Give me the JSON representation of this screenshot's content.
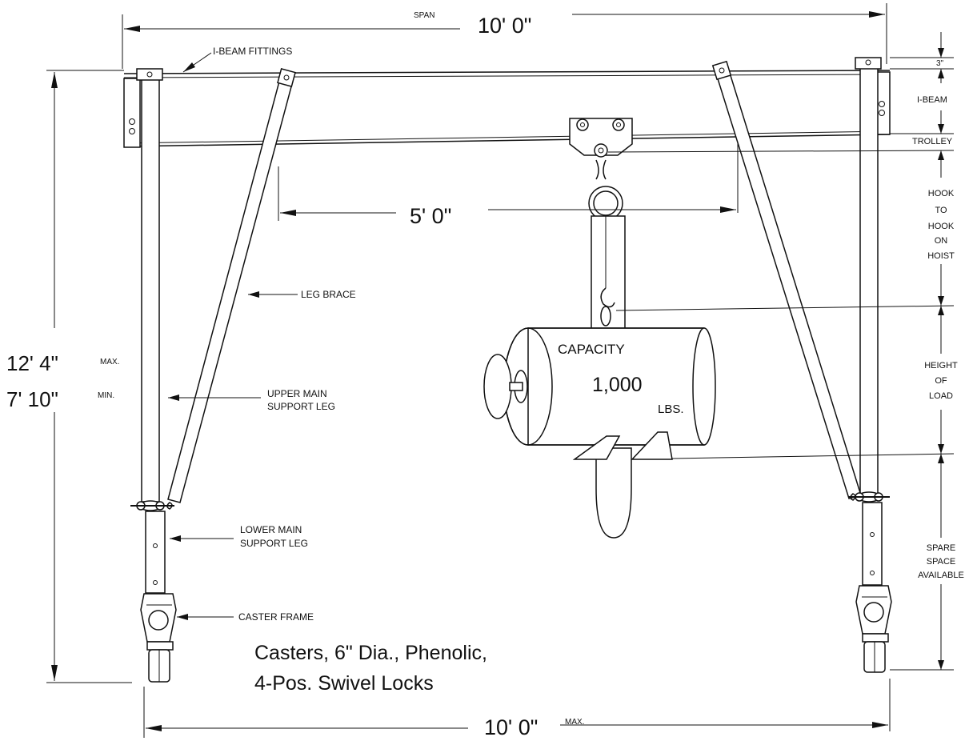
{
  "dimensions": {
    "span_label": "SPAN",
    "span_value": "10' 0\"",
    "inner_span_value": "5' 0\"",
    "base_width_value": "10' 0\"",
    "base_width_suffix": "MAX.",
    "height_max_value": "12' 4\"",
    "height_max_suffix": "MAX.",
    "height_min_value": "7' 10\"",
    "height_min_suffix": "MIN.",
    "beam_offset": "3\""
  },
  "part_labels": {
    "ibeam_fittings": "I-BEAM FITTINGS",
    "leg_brace": "LEG BRACE",
    "upper_leg_line1": "UPPER MAIN",
    "upper_leg_line2": "SUPPORT LEG",
    "lower_leg_line1": "LOWER MAIN",
    "lower_leg_line2": "SUPPORT LEG",
    "caster_frame": "CASTER FRAME"
  },
  "side_labels": {
    "ibeam": "I-BEAM",
    "trolley": "TROLLEY",
    "hook_to_hook": [
      "HOOK",
      "TO",
      "HOOK",
      "ON",
      "HOIST"
    ],
    "height_of_load": [
      "HEIGHT",
      "OF",
      "LOAD"
    ],
    "spare_space": [
      "SPARE",
      "SPACE",
      "AVAILABLE"
    ]
  },
  "hoist": {
    "capacity_label": "CAPACITY",
    "capacity_value": "1,000",
    "capacity_unit": "LBS."
  },
  "casters_note": {
    "line1": "Casters, 6\" Dia., Phenolic,",
    "line2": "4-Pos. Swivel Locks"
  }
}
